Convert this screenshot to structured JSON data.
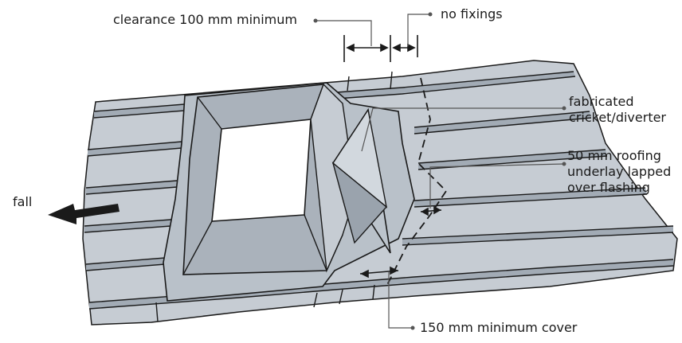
{
  "labels": {
    "clearance": "clearance 100 mm minimum",
    "no_fixings": "no fixings",
    "cricket": [
      "fabricated",
      "cricket/diverter"
    ],
    "underlay": [
      "50 mm roofing",
      "underlay lapped",
      "over flashing"
    ],
    "fall": "fall",
    "cover": "150 mm minimum cover"
  },
  "colors": {
    "roof": "#c6ccd3",
    "roof_dark": "#9aa3ad",
    "flashing": "#b9c1c9",
    "line": "#1a1a1a",
    "leader": "#555555"
  }
}
